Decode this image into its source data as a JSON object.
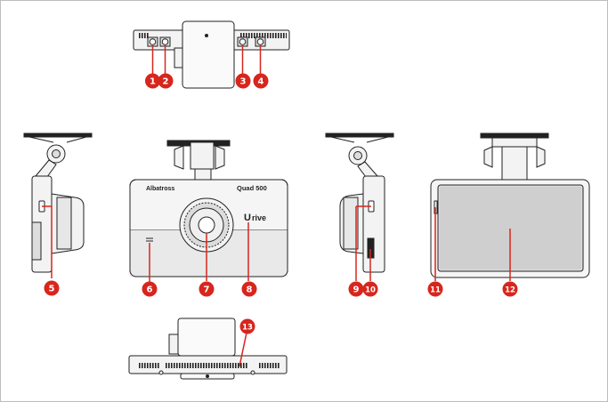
{
  "device": {
    "brand_left": "Albatross",
    "brand_right": "Quad 500",
    "logo_mark": "U",
    "logo_text": "rive"
  },
  "colors": {
    "callout": "#d7261d",
    "line": "#222222",
    "fill_light": "#f3f3f3",
    "fill_dark": "#cfcfcf",
    "frame": "#bdbdbd"
  },
  "callouts": [
    "1",
    "2",
    "3",
    "4",
    "5",
    "6",
    "7",
    "8",
    "9",
    "10",
    "11",
    "12",
    "13"
  ]
}
